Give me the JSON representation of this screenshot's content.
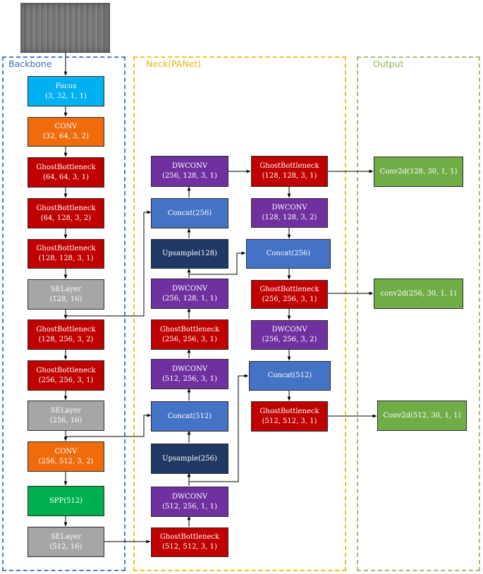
{
  "colors": {
    "backbone_border": "#4f7bc8",
    "neck_border": "#f3c21a",
    "output_border": "#a7bd74",
    "backbone_title": "#3b6fc0",
    "neck_title": "#e5b40f",
    "output_title": "#8fb152",
    "cyan": "#00b0f0",
    "orange": "#ef6c0d",
    "red": "#c00000",
    "gray": "#a6a6a6",
    "green_bright": "#00b050",
    "purple": "#7030a0",
    "blue": "#4472c4",
    "navy": "#1f3864",
    "green_out": "#70ad47"
  },
  "sections": {
    "backbone": "Backbone",
    "neck": "Neck(PANet)",
    "output": "Output"
  },
  "nodes": {
    "focus": {
      "line1": "Focus",
      "line2": "(3, 32, 1, 1)",
      "color": "cyan"
    },
    "conv1": {
      "line1": "CONV",
      "line2": "(32, 64, 3, 2)",
      "color": "orange"
    },
    "gb1": {
      "line1": "GhostBottleneck",
      "line2": "(64, 64, 3, 1)",
      "color": "red"
    },
    "gb2": {
      "line1": "GhostBottleneck",
      "line2": "(64, 128, 3, 2)",
      "color": "red"
    },
    "gb3": {
      "line1": "GhostBottleneck",
      "line2": "(128, 128, 3, 1)",
      "color": "red"
    },
    "se1": {
      "line1": "SELayer",
      "line2": "(128, 16)",
      "color": "gray"
    },
    "gb4": {
      "line1": "GhostBottleneck",
      "line2": "(128, 256, 3, 2)",
      "color": "red"
    },
    "gb5": {
      "line1": "GhostBottleneck",
      "line2": "(256, 256, 3, 1)",
      "color": "red"
    },
    "se2": {
      "line1": "SELayer",
      "line2": "(256, 16)",
      "color": "gray"
    },
    "conv2": {
      "line1": "CONV",
      "line2": "(256, 512, 3, 2)",
      "color": "orange"
    },
    "spp": {
      "line1": "SPP(512)",
      "line2": "",
      "color": "green_bright"
    },
    "se3": {
      "line1": "SELayer",
      "line2": "(512, 16)",
      "color": "gray"
    },
    "n_dw1": {
      "line1": "DWCONV",
      "line2": "(256, 128, 3, 1)",
      "color": "purple"
    },
    "n_cat1": {
      "line1": "Concat(256)",
      "line2": "",
      "color": "blue"
    },
    "n_up1": {
      "line1": "Upsample(128)",
      "line2": "",
      "color": "navy"
    },
    "n_dw2": {
      "line1": "DWCONV",
      "line2": "(256, 128, 1, 1)",
      "color": "purple"
    },
    "n_gb1": {
      "line1": "GhostBottleneck",
      "line2": "(256, 256, 3, 1)",
      "color": "red"
    },
    "n_dw3": {
      "line1": "DWCONV",
      "line2": "(512, 256, 3, 1)",
      "color": "purple"
    },
    "n_cat2": {
      "line1": "Concat(512)",
      "line2": "",
      "color": "blue"
    },
    "n_up2": {
      "line1": "Upsample(256)",
      "line2": "",
      "color": "navy"
    },
    "n_dw4": {
      "line1": "DWCONV",
      "line2": "(512, 256, 1, 1)",
      "color": "purple"
    },
    "n_gb2": {
      "line1": "GhostBottleneck",
      "line2": "(512, 512, 3, 1)",
      "color": "red"
    },
    "p_gb1": {
      "line1": "GhostBottleneck",
      "line2": "(128, 128, 3, 1)",
      "color": "red"
    },
    "p_dw1": {
      "line1": "DWCONV",
      "line2": "(128, 128, 3, 2)",
      "color": "purple"
    },
    "p_cat1": {
      "line1": "Concat(256)",
      "line2": "",
      "color": "blue"
    },
    "p_gb2": {
      "line1": "GhostBottleneck",
      "line2": "(256, 256, 3, 1)",
      "color": "red"
    },
    "p_dw2": {
      "line1": "DWCONV",
      "line2": "(256, 256, 3, 2)",
      "color": "purple"
    },
    "p_cat2": {
      "line1": "Concat(512)",
      "line2": "",
      "color": "blue"
    },
    "p_gb3": {
      "line1": "GhostBottleneck",
      "line2": "(512, 512, 3, 1)",
      "color": "red"
    },
    "out1": {
      "line1": "Conv2d(128, 30, 1, 1)",
      "line2": "",
      "color": "green_out"
    },
    "out2": {
      "line1": "conv2d(256, 30, 1, 1)",
      "line2": "",
      "color": "green_out"
    },
    "out3": {
      "line1": "Conv2d(512, 30, 1, 1)",
      "line2": "",
      "color": "green_out"
    }
  }
}
